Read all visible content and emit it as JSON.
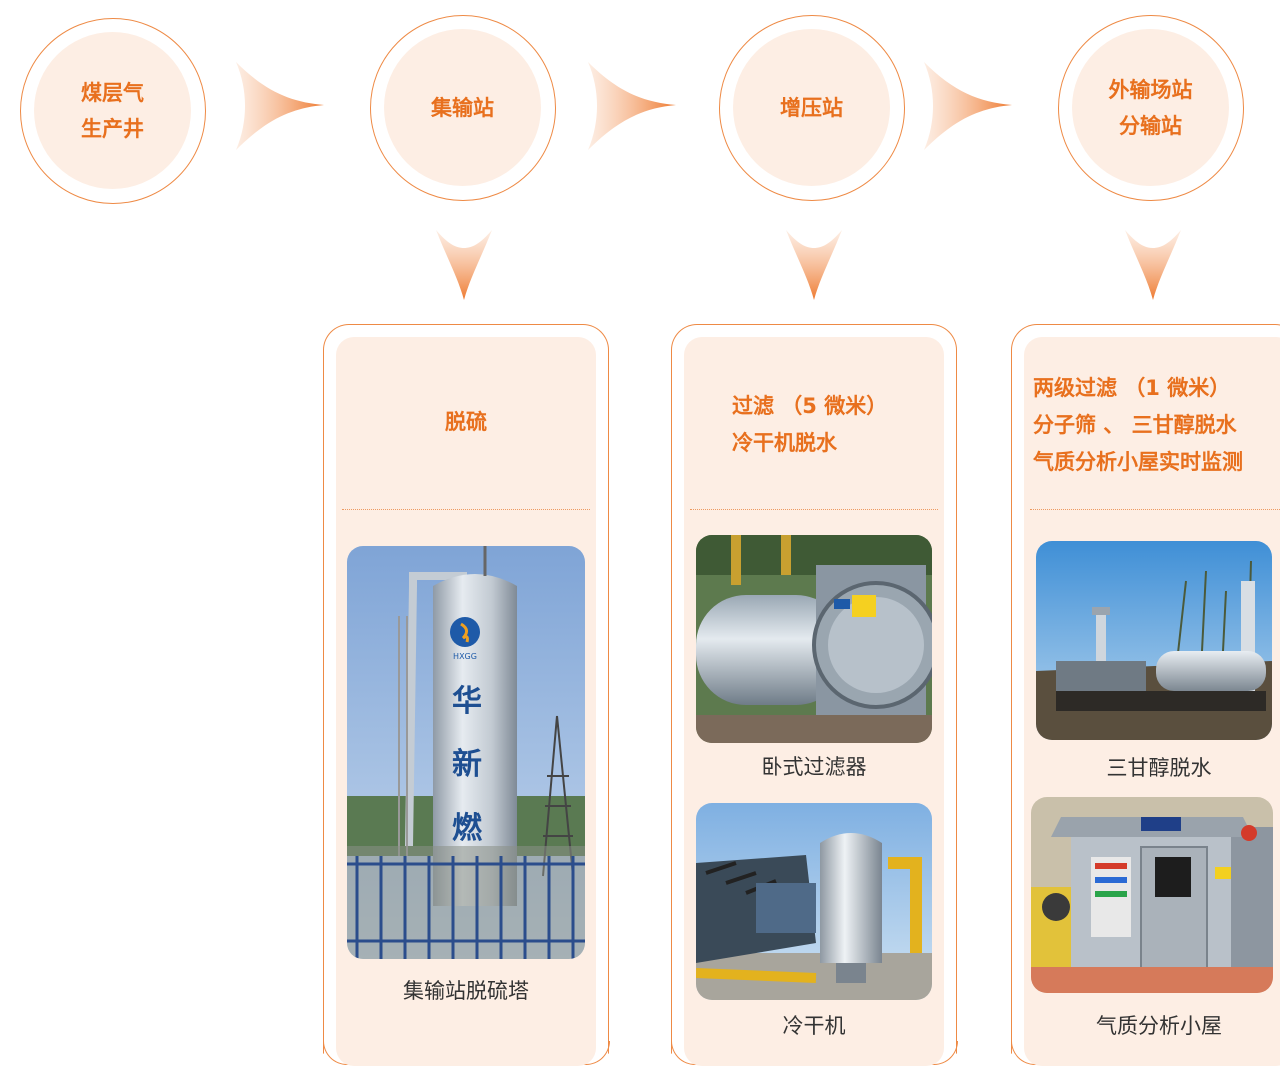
{
  "colors": {
    "accent": "#e8701e",
    "ring": "#ee8a45",
    "panel": "#fdeee4",
    "caption": "#333333"
  },
  "nodes": [
    {
      "label": "煤层气\n生产井"
    },
    {
      "label": "集输站"
    },
    {
      "label": "增压站"
    },
    {
      "label": "外输场站\n分输站"
    }
  ],
  "cards": [
    {
      "heading": "脱硫",
      "photos": [
        {
          "caption": "集输站脱硫塔"
        }
      ]
    },
    {
      "heading": "过滤 （5 微米）\n冷干机脱水",
      "photos": [
        {
          "caption": "卧式过滤器"
        },
        {
          "caption": "冷干机"
        }
      ]
    },
    {
      "heading": "两级过滤 （1 微米）\n分子筛 、 三甘醇脱水\n气质分析小屋实时监测",
      "photos": [
        {
          "caption": "三甘醇脱水"
        },
        {
          "caption": "气质分析小屋"
        }
      ]
    }
  ],
  "tower_text": {
    "brand": "HXGG",
    "chars": [
      "华",
      "新",
      "燃"
    ]
  },
  "photo_labels": {
    "nameplate": "",
    "sign": ""
  }
}
